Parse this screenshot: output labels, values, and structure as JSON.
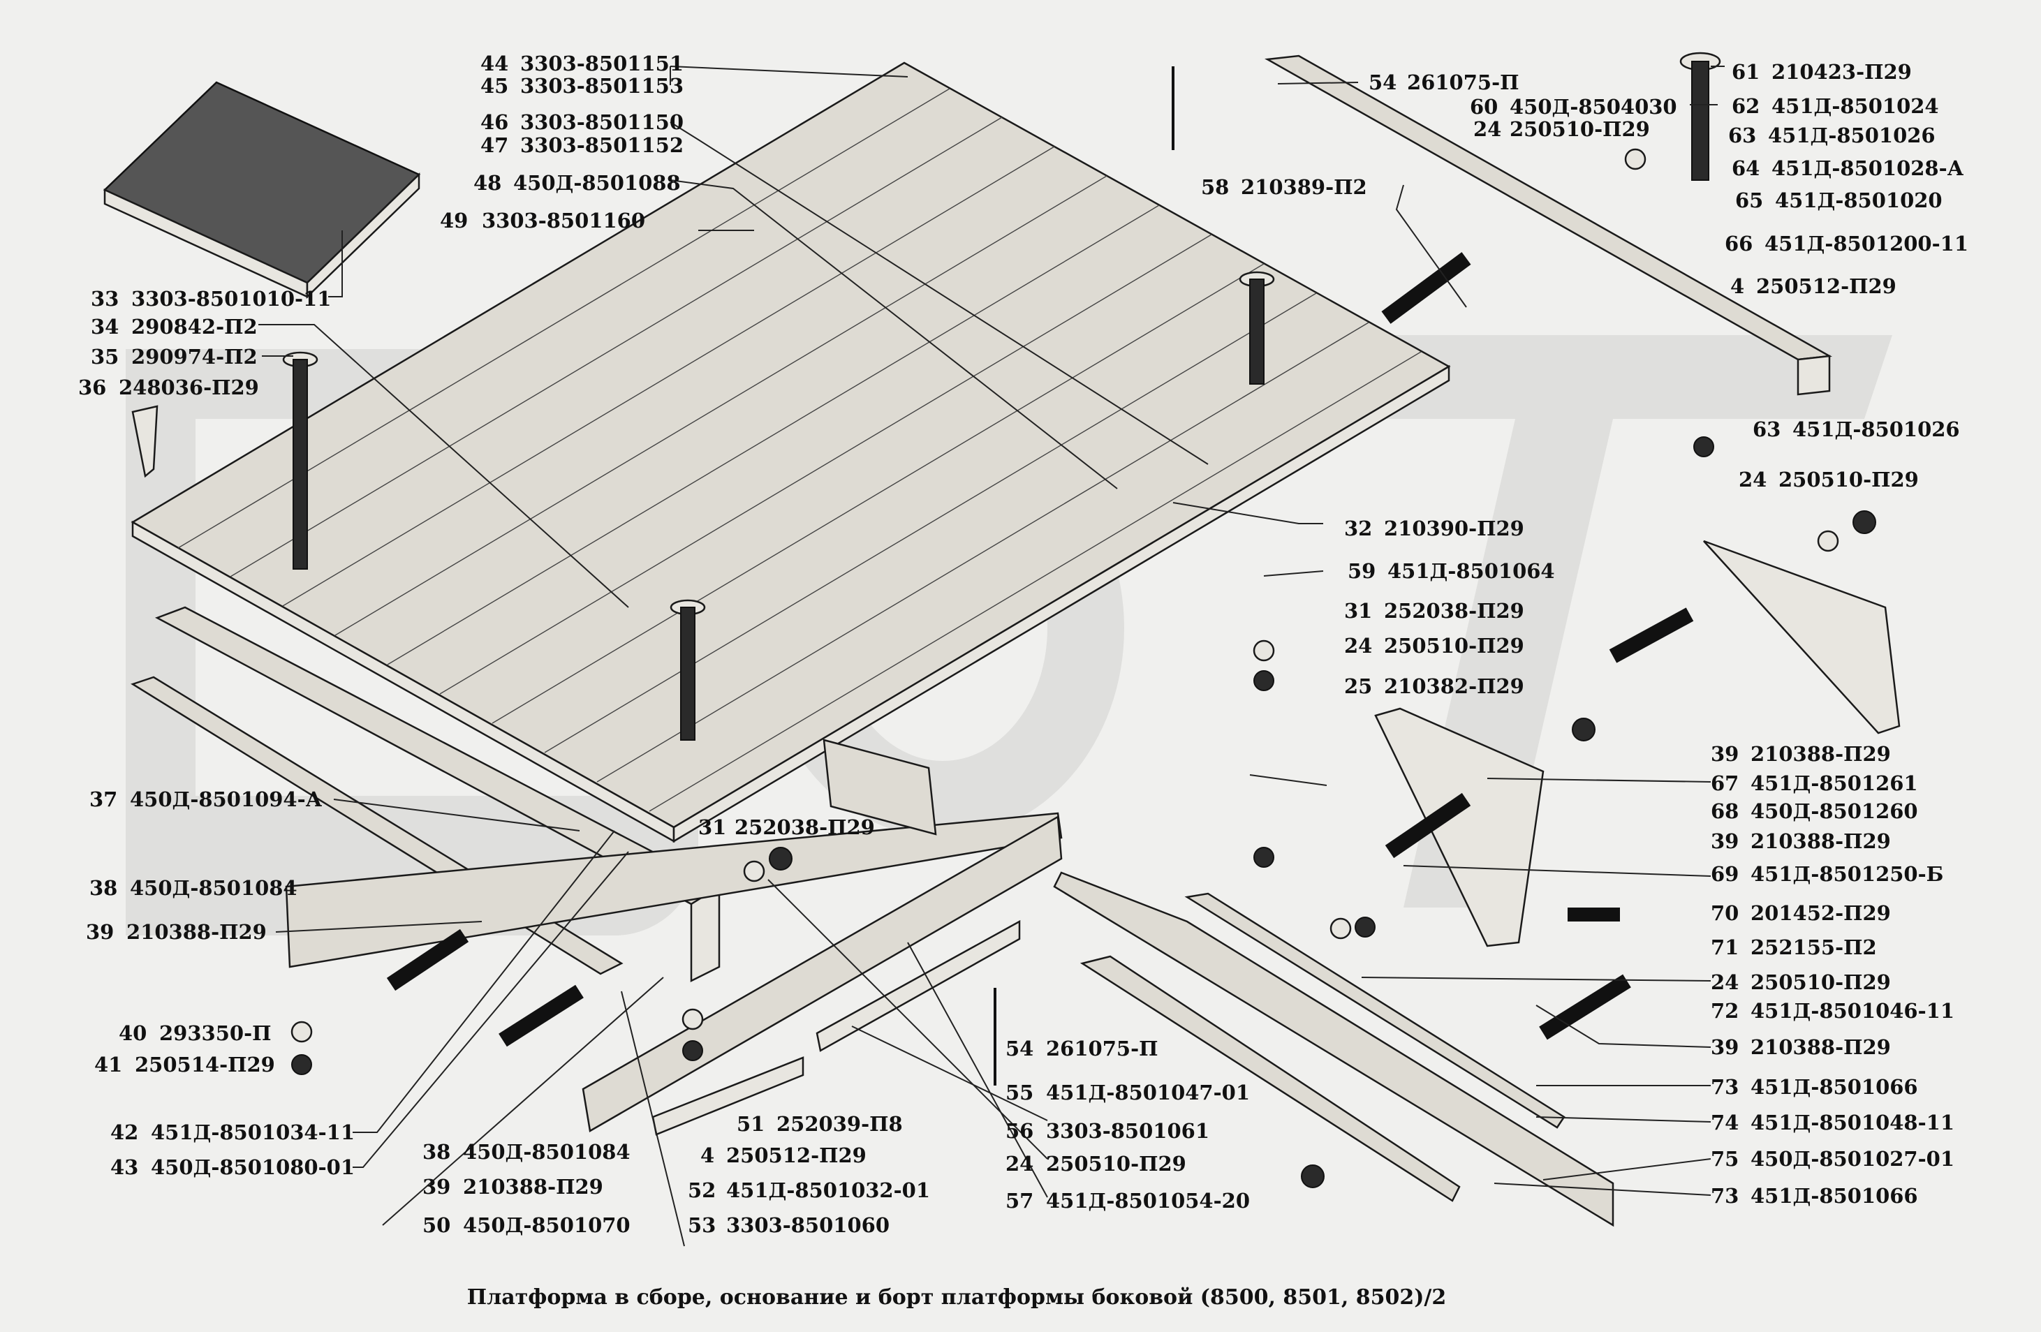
{
  "caption": "Платформа в сборе, основание и борт платформы боковой (8500, 8501, 8502)/2",
  "callouts": [
    {
      "num": "44",
      "code": "3303-8501151"
    },
    {
      "num": "45",
      "code": "3303-8501153"
    },
    {
      "num": "46",
      "code": "3303-8501150"
    },
    {
      "num": "47",
      "code": "3303-8501152"
    },
    {
      "num": "48",
      "code": "450Д-8501088"
    },
    {
      "num": "49",
      "code": "3303-8501160"
    },
    {
      "num": "33",
      "code": "3303-8501010-11"
    },
    {
      "num": "34",
      "code": "290842-П2"
    },
    {
      "num": "35",
      "code": "290974-П2"
    },
    {
      "num": "36",
      "code": "248036-П29"
    },
    {
      "num": "37",
      "code": "450Д-8501094-А"
    },
    {
      "num": "38",
      "code": "450Д-8501084"
    },
    {
      "num": "39",
      "code": "210388-П29"
    },
    {
      "num": "40",
      "code": "293350-П"
    },
    {
      "num": "41",
      "code": "250514-П29"
    },
    {
      "num": "42",
      "code": "451Д-8501034-11"
    },
    {
      "num": "43",
      "code": "450Д-8501080-01"
    },
    {
      "num": "38",
      "code": "450Д-8501084"
    },
    {
      "num": "39",
      "code": "210388-П29"
    },
    {
      "num": "50",
      "code": "450Д-8501070"
    },
    {
      "num": "31",
      "code": "252038-П29"
    },
    {
      "num": "51",
      "code": "252039-П8"
    },
    {
      "num": "4",
      "code": "250512-П29"
    },
    {
      "num": "52",
      "code": "451Д-8501032-01"
    },
    {
      "num": "53",
      "code": "3303-8501060"
    },
    {
      "num": "54",
      "code": "261075-П"
    },
    {
      "num": "55",
      "code": "451Д-8501047-01"
    },
    {
      "num": "56",
      "code": "3303-8501061"
    },
    {
      "num": "24",
      "code": "250510-П29"
    },
    {
      "num": "57",
      "code": "451Д-8501054-20"
    },
    {
      "num": "54",
      "code": "261075-П"
    },
    {
      "num": "60",
      "code": "450Д-8504030"
    },
    {
      "num": "24",
      "code": "250510-П29"
    },
    {
      "num": "58",
      "code": "210389-П2"
    },
    {
      "num": "61",
      "code": "210423-П29"
    },
    {
      "num": "62",
      "code": "451Д-8501024"
    },
    {
      "num": "63",
      "code": "451Д-8501026"
    },
    {
      "num": "64",
      "code": "451Д-8501028-А"
    },
    {
      "num": "65",
      "code": "451Д-8501020"
    },
    {
      "num": "66",
      "code": "451Д-8501200-11"
    },
    {
      "num": "4",
      "code": "250512-П29"
    },
    {
      "num": "63",
      "code": "451Д-8501026"
    },
    {
      "num": "24",
      "code": "250510-П29"
    },
    {
      "num": "32",
      "code": "210390-П29"
    },
    {
      "num": "59",
      "code": "451Д-8501064"
    },
    {
      "num": "31",
      "code": "252038-П29"
    },
    {
      "num": "24",
      "code": "250510-П29"
    },
    {
      "num": "25",
      "code": "210382-П29"
    },
    {
      "num": "39",
      "code": "210388-П29"
    },
    {
      "num": "67",
      "code": "451Д-8501261"
    },
    {
      "num": "68",
      "code": "450Д-8501260"
    },
    {
      "num": "39",
      "code": "210388-П29"
    },
    {
      "num": "69",
      "code": "451Д-8501250-Б"
    },
    {
      "num": "70",
      "code": "201452-П29"
    },
    {
      "num": "71",
      "code": "252155-П2"
    },
    {
      "num": "24",
      "code": "250510-П29"
    },
    {
      "num": "72",
      "code": "451Д-8501046-11"
    },
    {
      "num": "39",
      "code": "210388-П29"
    },
    {
      "num": "73",
      "code": "451Д-8501066"
    },
    {
      "num": "74",
      "code": "451Д-8501048-11"
    },
    {
      "num": "75",
      "code": "450Д-8501027-01"
    },
    {
      "num": "73",
      "code": "451Д-8501066"
    }
  ]
}
